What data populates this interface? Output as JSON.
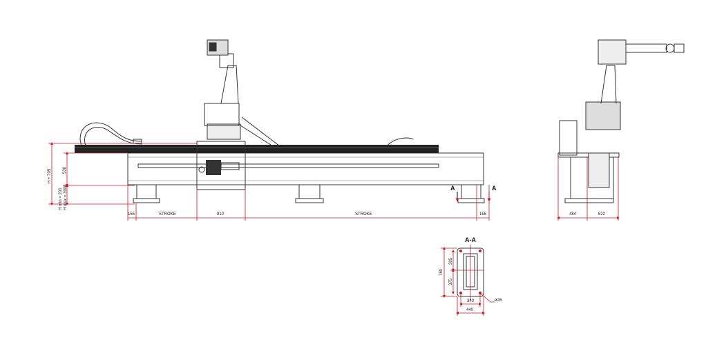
{
  "front_view": {
    "dimensions": {
      "left_margin": "155",
      "stroke_left": "STROKE",
      "carriage_width": "810",
      "stroke_right": "STROKE",
      "right_margin": "155",
      "total_height": "H + 705",
      "beam_height": "530",
      "h_min": "H min = 200",
      "h_max": "H max = 3000"
    },
    "section_marker": "A"
  },
  "side_view": {
    "dimensions": {
      "left": "484",
      "right": "522"
    }
  },
  "section_view": {
    "title": "A-A",
    "dimensions": {
      "height": "780",
      "upper": "305",
      "lower": "375",
      "inner_width": "340",
      "outer_width": "440",
      "hole": "ø26"
    }
  },
  "colors": {
    "dimension": "#d0141c",
    "line": "#333333"
  }
}
